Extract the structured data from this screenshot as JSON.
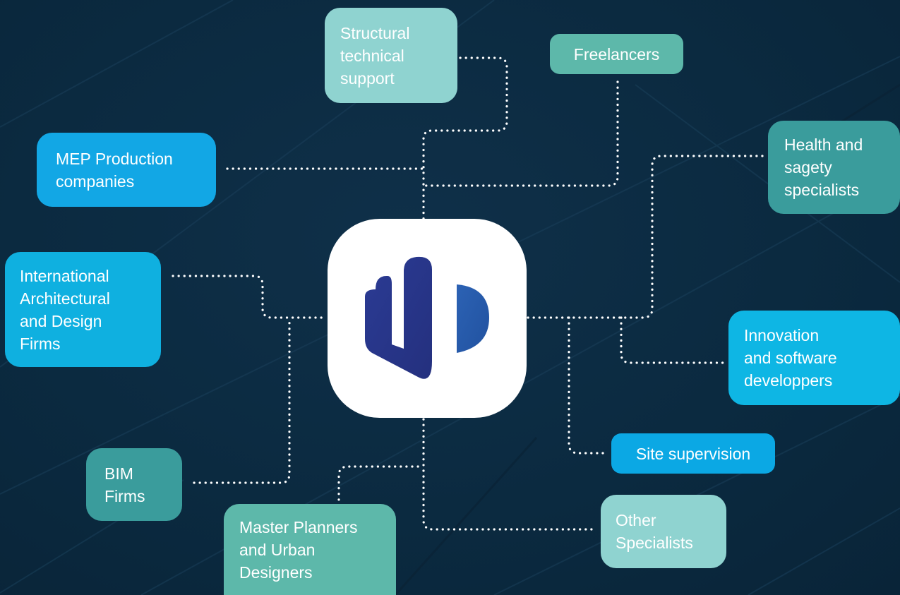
{
  "nodes": {
    "structural": {
      "label": "Structural\ntechnical\nsupport",
      "color": "#8fd3d0"
    },
    "freelancers": {
      "label": "Freelancers",
      "color": "#5db8aa"
    },
    "mep": {
      "label": "MEP Production\ncompanies",
      "color": "#12a7e5"
    },
    "health": {
      "label": "Health and\nsagety\nspecialists",
      "color": "#3a9c9c"
    },
    "international": {
      "label": "International\nArchitectural\nand Design\nFirms",
      "color": "#0fb0e0"
    },
    "innovation": {
      "label": "Innovation\nand software\ndeveloppers",
      "color": "#0eb6e4"
    },
    "site": {
      "label": "Site supervision",
      "color": "#0ba8e4"
    },
    "bim": {
      "label": "BIM\nFirms",
      "color": "#3a9c9c"
    },
    "master": {
      "label": "Master Planners\nand Urban\nDesigners",
      "color": "#5db8aa"
    },
    "other": {
      "label": "Other\nSpecialists",
      "color": "#8fd3d0"
    }
  },
  "center": {
    "logo_icon": "ud-logo-icon",
    "colors": {
      "left": "#2a3a92",
      "right": "#2e5fb0"
    }
  },
  "connector_color": "#ffffff",
  "background_color": "#0c2a40"
}
